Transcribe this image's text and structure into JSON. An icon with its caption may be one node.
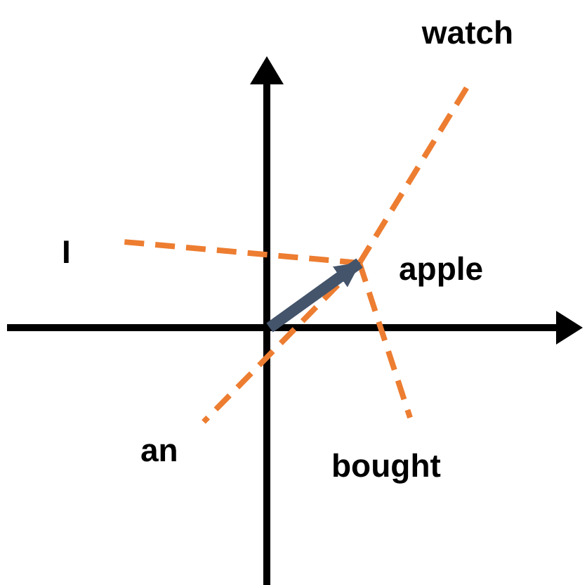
{
  "diagram": {
    "nodes": [
      {
        "text": [
          "watch"
        ]
      },
      {
        "text": [
          "I"
        ]
      },
      {
        "text": [
          "apple"
        ]
      },
      {
        "text": [
          "an"
        ]
      },
      {
        "text": [
          "bought"
        ]
      }
    ],
    "edges": [
      {
        "from": 2,
        "to": 0,
        "arrow": "none",
        "style": "dashed",
        "color": "#ed7d31"
      },
      {
        "from": 2,
        "to": 1,
        "arrow": "none",
        "style": "dashed",
        "color": "#ed7d31"
      },
      {
        "from": 2,
        "to": 3,
        "arrow": "none",
        "style": "dashed",
        "color": "#ed7d31"
      },
      {
        "from": 2,
        "to": 4,
        "arrow": "none",
        "style": "dashed",
        "color": "#ed7d31"
      },
      {
        "from": null,
        "to": 2,
        "arrow": "to",
        "style": "thick",
        "color": "#44546a"
      }
    ]
  }
}
